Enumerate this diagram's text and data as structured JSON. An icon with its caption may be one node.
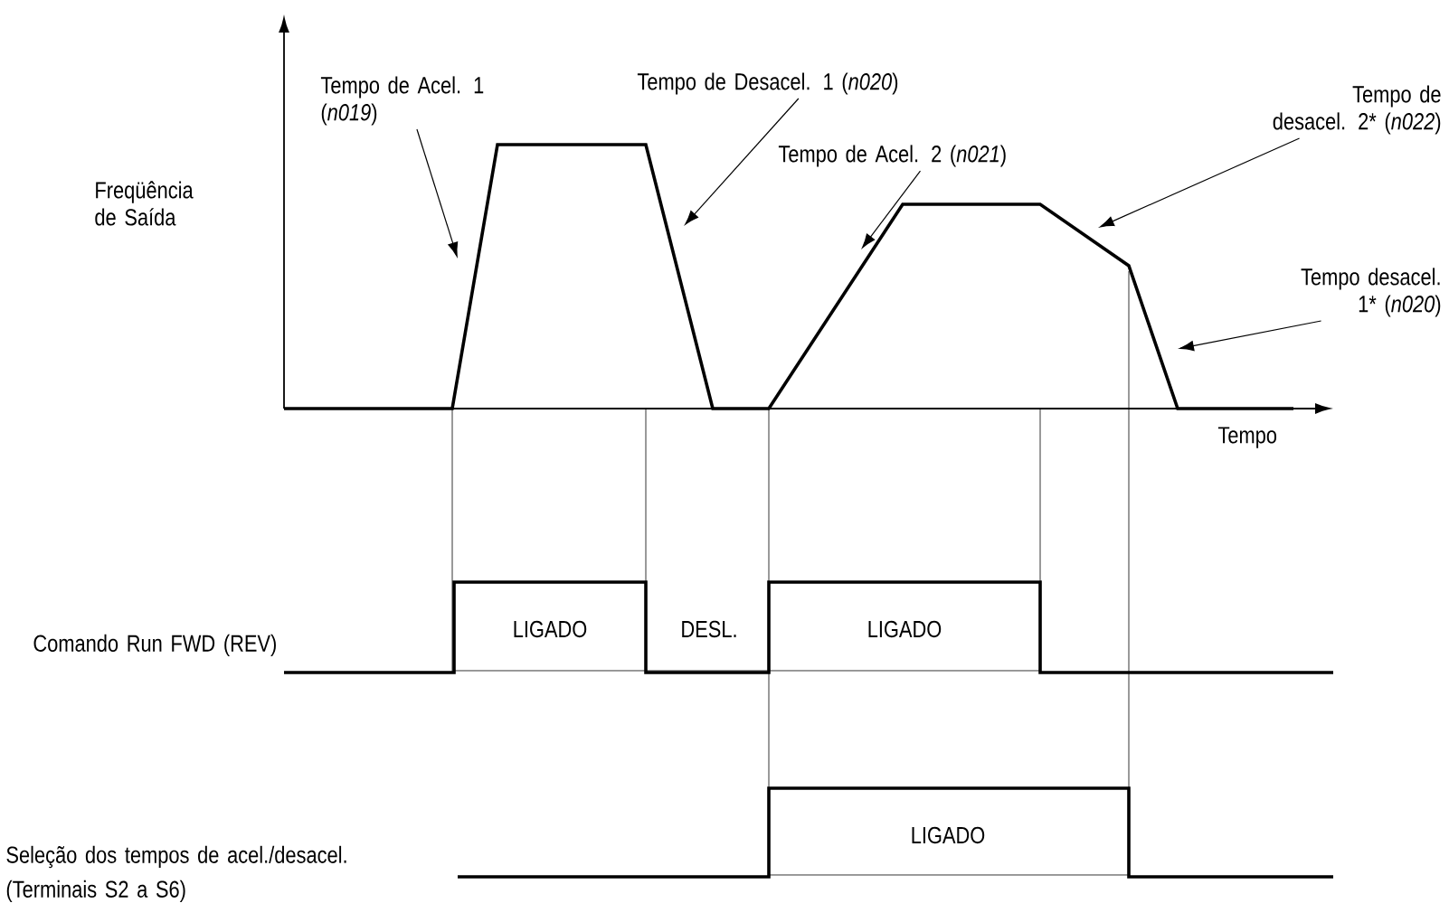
{
  "diagram": {
    "nodes": [
      {
        "text": [
          "Tempo de Acel. 1 (*n019*)"
        ]
      },
      {
        "text": [
          "Tempo de Desacel. 1 (*n020*)"
        ]
      },
      {
        "text": [
          "Tempo de Acel. 2 (*n021*)"
        ]
      },
      {
        "text": [
          "Tempo de desacel. 2* (*n022*)"
        ]
      },
      {
        "text": [
          "Tempo desacel. 1* (*n020*)"
        ]
      }
    ],
    "edges": [
      {
        "from": 0,
        "to": null,
        "arrow": "to"
      },
      {
        "from": 1,
        "to": null,
        "arrow": "to"
      },
      {
        "from": 2,
        "to": null,
        "arrow": "to"
      },
      {
        "from": 3,
        "to": null,
        "arrow": "to"
      },
      {
        "from": 4,
        "to": null,
        "arrow": "to"
      }
    ],
    "labels": [
      "Freqüência de Saída",
      "Tempo",
      "Comando Run FWD (REV)",
      "LIGADO",
      "DESL.",
      "LIGADO",
      "Seleção dos tempos de acel./desacel.",
      "(Terminais S2 a S6)",
      "LIGADO"
    ]
  }
}
